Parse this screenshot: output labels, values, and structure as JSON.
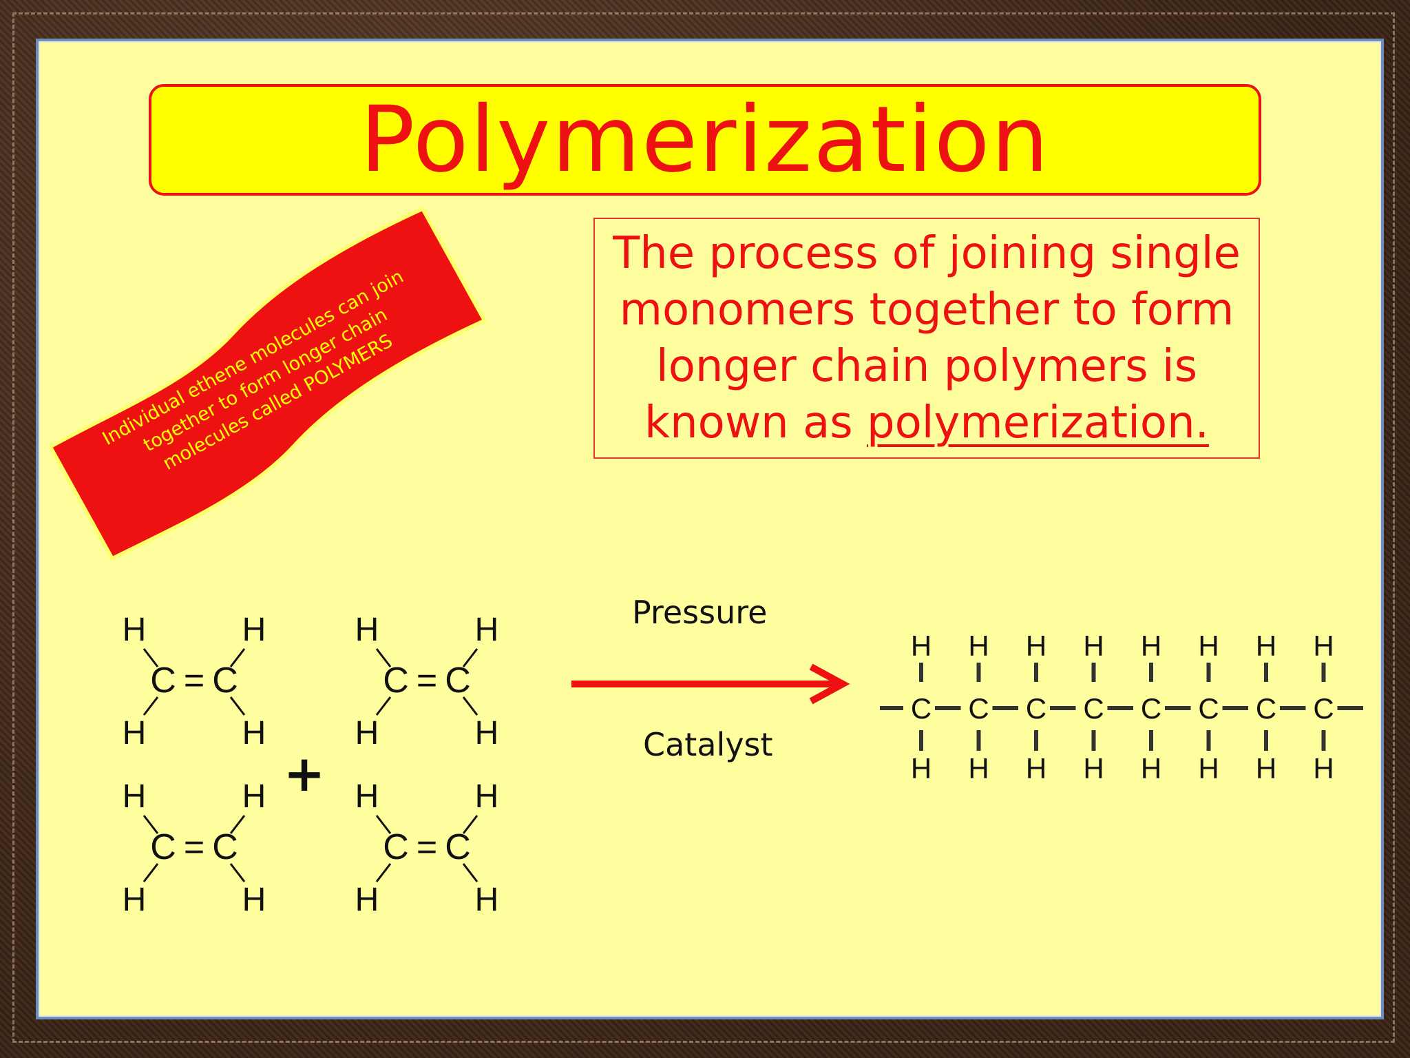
{
  "slide": {
    "title": "Polymerization",
    "definition": {
      "prefix": "The process of joining single monomers together to form longer chain polymers is known as ",
      "term": "polymerization."
    },
    "banner": {
      "lines": [
        "Individual ethene molecules can join",
        "together to form longer chain",
        "molecules called POLYMERS"
      ]
    },
    "reaction": {
      "above_arrow": "Pressure",
      "below_arrow": "Catalyst",
      "plus": "+",
      "monomer_atoms": {
        "carbon": "C",
        "hydrogen": "H",
        "double_bond": "="
      },
      "polymer_units": 8
    }
  },
  "colors": {
    "slide_bg": "#fefe9e",
    "title_bg": "#ffff00",
    "accent_red": "#ee1111",
    "frame": "#4a3020"
  }
}
